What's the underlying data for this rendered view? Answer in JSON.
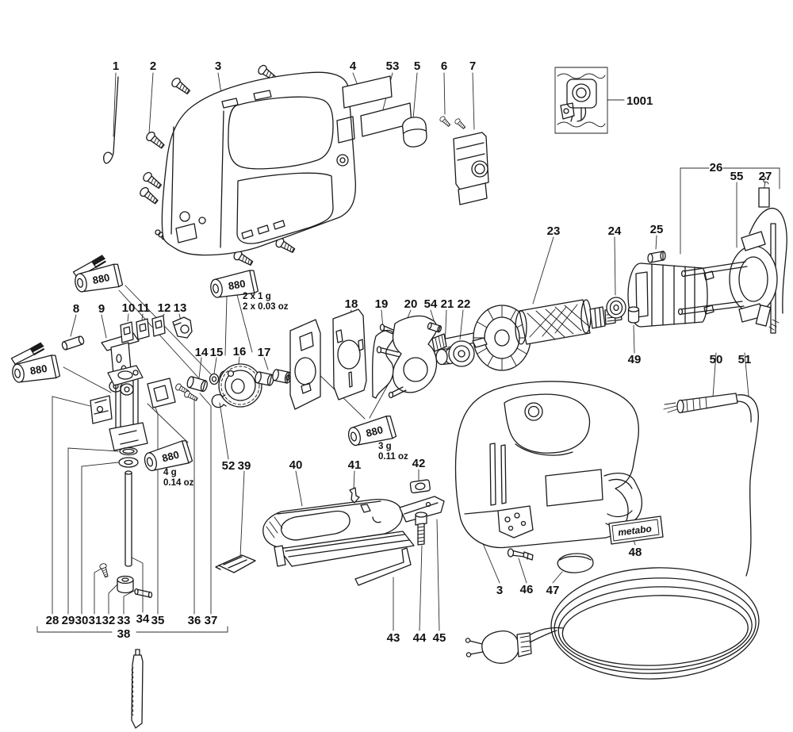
{
  "parts": {
    "p1": "1",
    "p2": "2",
    "p3": "3",
    "p4": "4",
    "p5": "5",
    "p6": "6",
    "p7": "7",
    "p8": "8",
    "p9": "9",
    "p10": "10",
    "p11": "11",
    "p12": "12",
    "p13": "13",
    "p14": "14",
    "p15": "15",
    "p16": "16",
    "p17": "17",
    "p18": "18",
    "p19": "19",
    "p20": "20",
    "p21": "21",
    "p22": "22",
    "p23": "23",
    "p24": "24",
    "p25": "25",
    "p26": "26",
    "p27": "27",
    "p28": "28",
    "p29": "29",
    "p30": "30",
    "p31": "31",
    "p32": "32",
    "p33": "33",
    "p34": "34",
    "p35": "35",
    "p36": "36",
    "p37": "37",
    "p38": "38",
    "p39": "39",
    "p40": "40",
    "p41": "41",
    "p42": "42",
    "p43": "43",
    "p44": "44",
    "p45": "45",
    "p46": "46",
    "p47": "47",
    "p48": "48",
    "p49": "49",
    "p50": "50",
    "p51": "51",
    "p52": "52",
    "p53": "53",
    "p54": "54",
    "p55": "55",
    "p1001": "1001"
  },
  "grease": {
    "name": "880",
    "tube_2x1g": {
      "qty_metric": "2 x 1 g",
      "qty_imperial": "2 x 0.03 oz"
    },
    "tube_3g": {
      "qty_metric": "3 g",
      "qty_imperial": "0.11 oz"
    },
    "tube_4g": {
      "qty_metric": "4 g",
      "qty_imperial": "0.14 oz"
    }
  },
  "brand": {
    "label": "metabo"
  }
}
